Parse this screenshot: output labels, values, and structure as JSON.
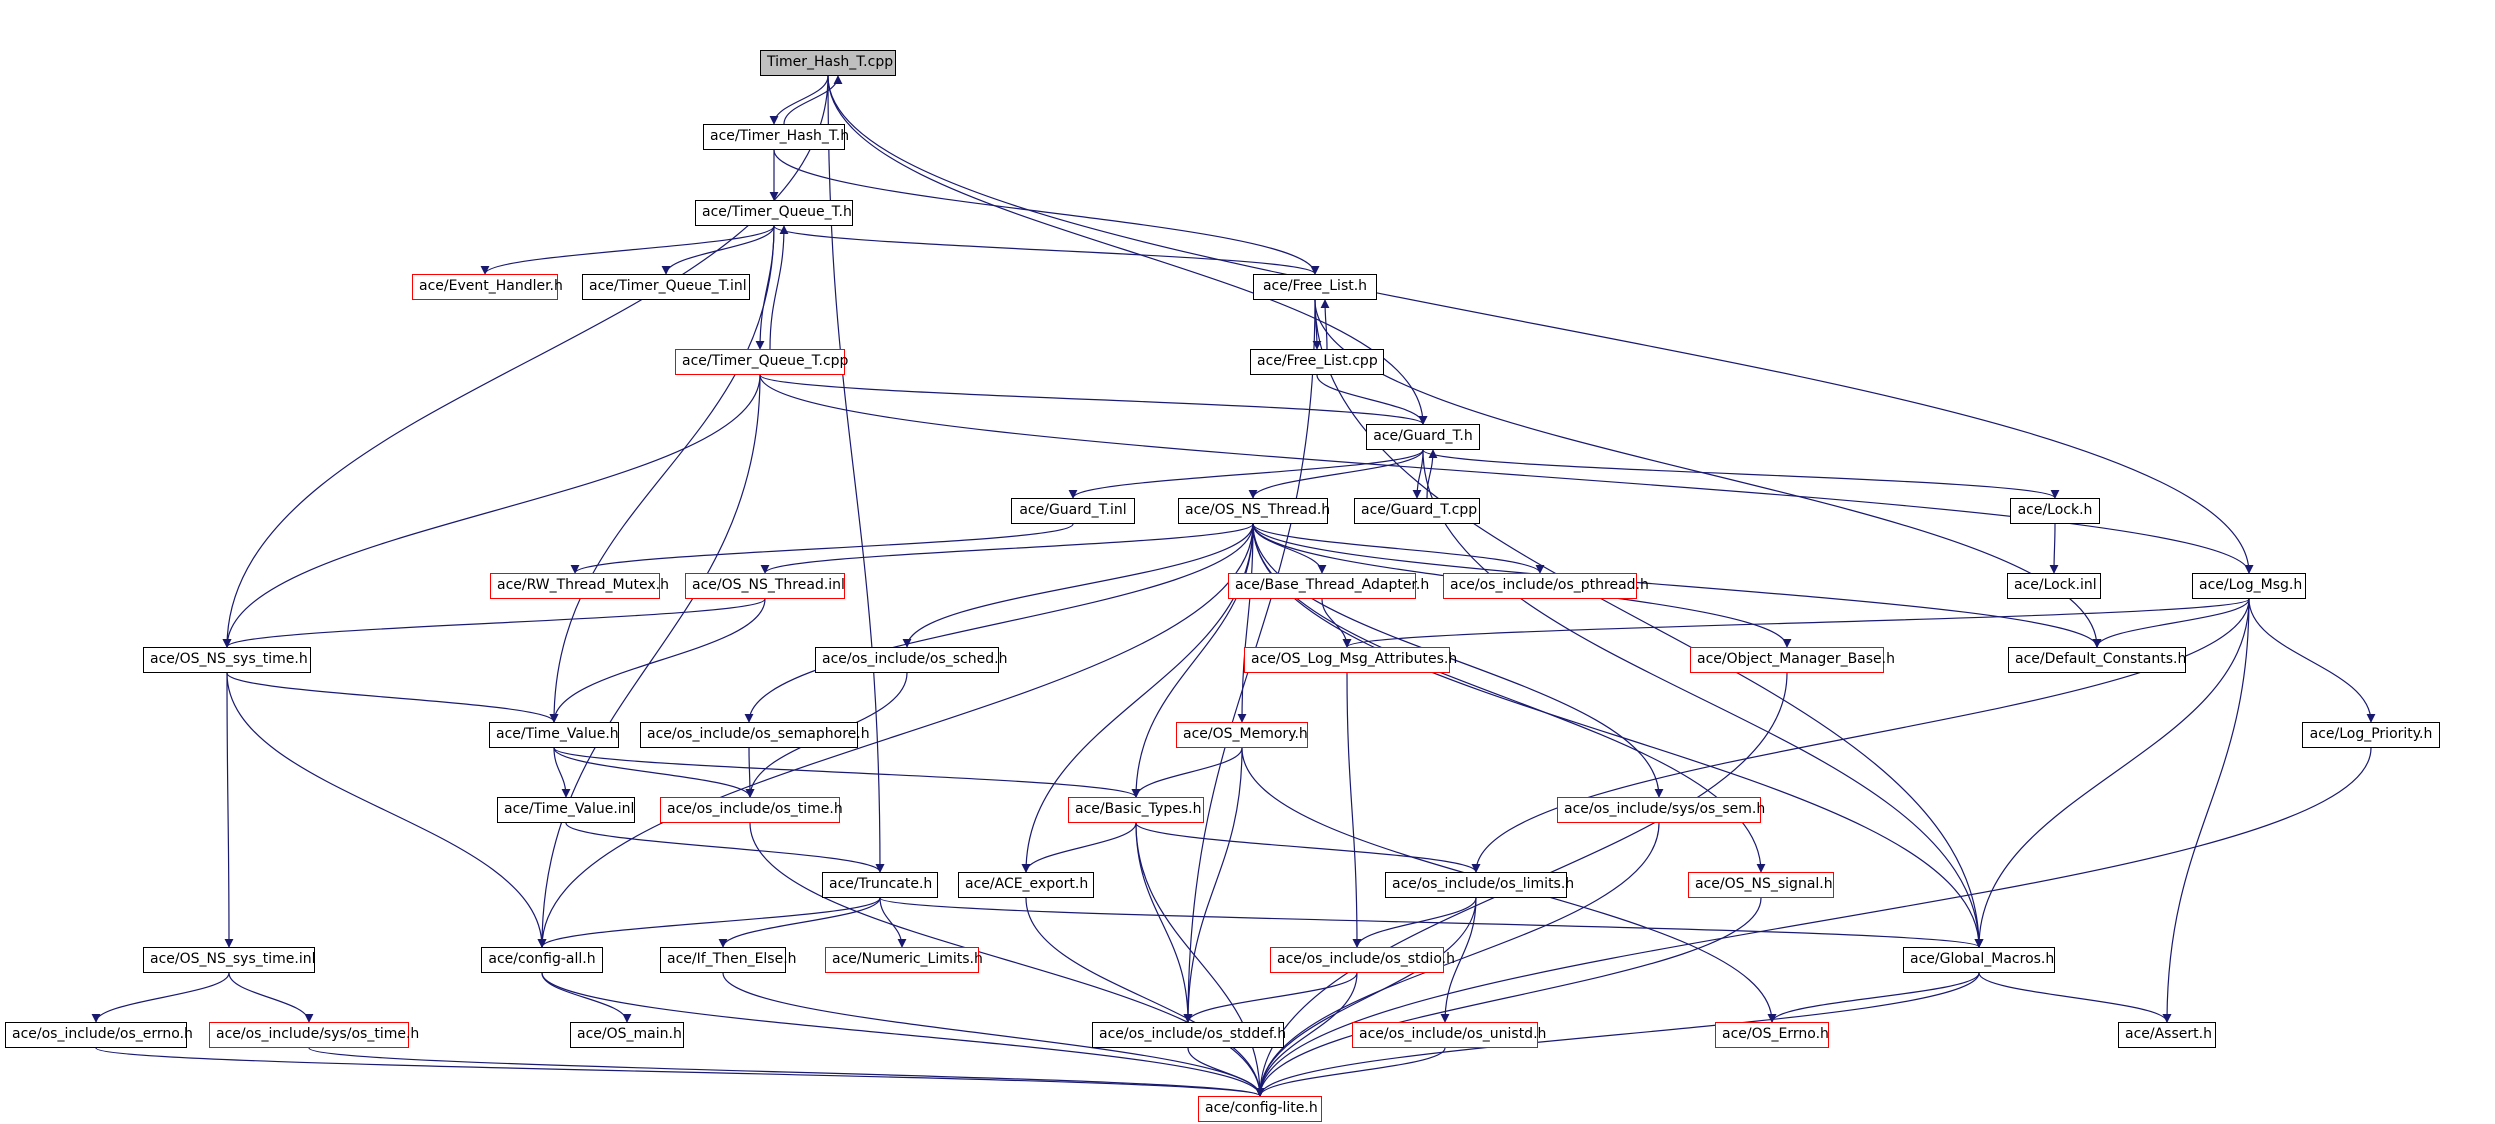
{
  "graph": {
    "colors": {
      "edge": "#191970",
      "box_border": "#000000",
      "truncated_border": "#ff0000",
      "root_fill": "#bfbfbf"
    },
    "nodes": {
      "n0": {
        "label": "Timer_Hash_T.cpp",
        "truncated": false,
        "root": true
      },
      "n1": {
        "label": "ace/Timer_Hash_T.h",
        "truncated": false
      },
      "n2": {
        "label": "ace/Timer_Queue_T.h",
        "truncated": false
      },
      "n3": {
        "label": "ace/Event_Handler.h",
        "truncated": true
      },
      "n4": {
        "label": "ace/Timer_Queue_T.inl",
        "truncated": false
      },
      "n5": {
        "label": "ace/Free_List.h",
        "truncated": false
      },
      "n6": {
        "label": "ace/Free_List.cpp",
        "truncated": false
      },
      "n7": {
        "label": "ace/Timer_Queue_T.cpp",
        "truncated": true
      },
      "n8": {
        "label": "ace/Guard_T.h",
        "truncated": false
      },
      "n9": {
        "label": "ace/Guard_T.inl",
        "truncated": false
      },
      "n10": {
        "label": "ace/OS_NS_Thread.h",
        "truncated": false
      },
      "n11": {
        "label": "ace/Guard_T.cpp",
        "truncated": false
      },
      "n12": {
        "label": "ace/Lock.h",
        "truncated": false
      },
      "n13": {
        "label": "ace/RW_Thread_Mutex.h",
        "truncated": true
      },
      "n14": {
        "label": "ace/OS_NS_Thread.inl",
        "truncated": true
      },
      "n15": {
        "label": "ace/Base_Thread_Adapter.h",
        "truncated": true
      },
      "n16": {
        "label": "ace/os_include/os_pthread.h",
        "truncated": true
      },
      "n17": {
        "label": "ace/Lock.inl",
        "truncated": false
      },
      "n18": {
        "label": "ace/Log_Msg.h",
        "truncated": false
      },
      "n19": {
        "label": "ace/OS_NS_sys_time.h",
        "truncated": false
      },
      "n20": {
        "label": "ace/os_include/os_sched.h",
        "truncated": false
      },
      "n21": {
        "label": "ace/OS_Log_Msg_Attributes.h",
        "truncated": true
      },
      "n22": {
        "label": "ace/Object_Manager_Base.h",
        "truncated": true
      },
      "n23": {
        "label": "ace/Default_Constants.h",
        "truncated": false
      },
      "n24": {
        "label": "ace/Time_Value.h",
        "truncated": false
      },
      "n25": {
        "label": "ace/os_include/os_semaphore.h",
        "truncated": false
      },
      "n26": {
        "label": "ace/OS_Memory.h",
        "truncated": true
      },
      "n27": {
        "label": "ace/Log_Priority.h",
        "truncated": false
      },
      "n28": {
        "label": "ace/Time_Value.inl",
        "truncated": false
      },
      "n29": {
        "label": "ace/os_include/os_time.h",
        "truncated": true
      },
      "n30": {
        "label": "ace/Basic_Types.h",
        "truncated": true
      },
      "n31": {
        "label": "ace/os_include/sys/os_sem.h",
        "truncated": true
      },
      "n32": {
        "label": "ace/Truncate.h",
        "truncated": false
      },
      "n33": {
        "label": "ace/ACE_export.h",
        "truncated": false
      },
      "n34": {
        "label": "ace/os_include/os_limits.h",
        "truncated": false
      },
      "n35": {
        "label": "ace/OS_NS_signal.h",
        "truncated": true
      },
      "n36": {
        "label": "ace/OS_NS_sys_time.inl",
        "truncated": false
      },
      "n37": {
        "label": "ace/config-all.h",
        "truncated": false
      },
      "n38": {
        "label": "ace/If_Then_Else.h",
        "truncated": false
      },
      "n39": {
        "label": "ace/Numeric_Limits.h",
        "truncated": true
      },
      "n40": {
        "label": "ace/os_include/os_stdio.h",
        "truncated": true
      },
      "n41": {
        "label": "ace/Global_Macros.h",
        "truncated": false
      },
      "n42": {
        "label": "ace/os_include/os_errno.h",
        "truncated": false
      },
      "n43": {
        "label": "ace/os_include/sys/os_time.h",
        "truncated": true
      },
      "n44": {
        "label": "ace/OS_main.h",
        "truncated": false
      },
      "n45": {
        "label": "ace/os_include/os_stddef.h",
        "truncated": false
      },
      "n46": {
        "label": "ace/os_include/os_unistd.h",
        "truncated": true
      },
      "n47": {
        "label": "ace/OS_Errno.h",
        "truncated": true
      },
      "n48": {
        "label": "ace/Assert.h",
        "truncated": false
      },
      "n49": {
        "label": "ace/config-lite.h",
        "truncated": true
      }
    },
    "edges": [
      [
        "n0",
        "n1"
      ],
      [
        "n1",
        "n0"
      ],
      [
        "n0",
        "n19"
      ],
      [
        "n0",
        "n18"
      ],
      [
        "n0",
        "n8"
      ],
      [
        "n0",
        "n32"
      ],
      [
        "n1",
        "n2"
      ],
      [
        "n1",
        "n5"
      ],
      [
        "n2",
        "n3"
      ],
      [
        "n2",
        "n4"
      ],
      [
        "n2",
        "n7"
      ],
      [
        "n7",
        "n2"
      ],
      [
        "n2",
        "n5"
      ],
      [
        "n2",
        "n24"
      ],
      [
        "n5",
        "n6"
      ],
      [
        "n6",
        "n5"
      ],
      [
        "n5",
        "n45"
      ],
      [
        "n5",
        "n23"
      ],
      [
        "n5",
        "n41"
      ],
      [
        "n6",
        "n8"
      ],
      [
        "n7",
        "n8"
      ],
      [
        "n7",
        "n18"
      ],
      [
        "n7",
        "n19"
      ],
      [
        "n7",
        "n37"
      ],
      [
        "n8",
        "n9"
      ],
      [
        "n8",
        "n10"
      ],
      [
        "n8",
        "n11"
      ],
      [
        "n11",
        "n8"
      ],
      [
        "n8",
        "n12"
      ],
      [
        "n8",
        "n41"
      ],
      [
        "n9",
        "n13"
      ],
      [
        "n10",
        "n14"
      ],
      [
        "n10",
        "n15"
      ],
      [
        "n10",
        "n16"
      ],
      [
        "n10",
        "n20"
      ],
      [
        "n10",
        "n25"
      ],
      [
        "n10",
        "n26"
      ],
      [
        "n10",
        "n30"
      ],
      [
        "n10",
        "n33"
      ],
      [
        "n10",
        "n31"
      ],
      [
        "n10",
        "n35"
      ],
      [
        "n10",
        "n22"
      ],
      [
        "n10",
        "n23"
      ],
      [
        "n10",
        "n41"
      ],
      [
        "n10",
        "n37"
      ],
      [
        "n12",
        "n17"
      ],
      [
        "n14",
        "n19"
      ],
      [
        "n14",
        "n24"
      ],
      [
        "n15",
        "n21"
      ],
      [
        "n18",
        "n21"
      ],
      [
        "n18",
        "n23"
      ],
      [
        "n18",
        "n27"
      ],
      [
        "n18",
        "n41"
      ],
      [
        "n18",
        "n48"
      ],
      [
        "n18",
        "n34"
      ],
      [
        "n19",
        "n24"
      ],
      [
        "n19",
        "n36"
      ],
      [
        "n19",
        "n37"
      ],
      [
        "n20",
        "n29"
      ],
      [
        "n21",
        "n40"
      ],
      [
        "n22",
        "n49"
      ],
      [
        "n24",
        "n28"
      ],
      [
        "n24",
        "n29"
      ],
      [
        "n24",
        "n30"
      ],
      [
        "n25",
        "n29"
      ],
      [
        "n26",
        "n30"
      ],
      [
        "n26",
        "n45"
      ],
      [
        "n26",
        "n47"
      ],
      [
        "n27",
        "n49"
      ],
      [
        "n28",
        "n32"
      ],
      [
        "n29",
        "n49"
      ],
      [
        "n30",
        "n33"
      ],
      [
        "n30",
        "n34"
      ],
      [
        "n30",
        "n45"
      ],
      [
        "n30",
        "n49"
      ],
      [
        "n31",
        "n49"
      ],
      [
        "n32",
        "n37"
      ],
      [
        "n32",
        "n38"
      ],
      [
        "n32",
        "n39"
      ],
      [
        "n32",
        "n41"
      ],
      [
        "n33",
        "n49"
      ],
      [
        "n34",
        "n40"
      ],
      [
        "n34",
        "n46"
      ],
      [
        "n34",
        "n49"
      ],
      [
        "n35",
        "n49"
      ],
      [
        "n36",
        "n42"
      ],
      [
        "n36",
        "n43"
      ],
      [
        "n37",
        "n44"
      ],
      [
        "n37",
        "n49"
      ],
      [
        "n38",
        "n49"
      ],
      [
        "n40",
        "n45"
      ],
      [
        "n40",
        "n49"
      ],
      [
        "n41",
        "n47"
      ],
      [
        "n41",
        "n48"
      ],
      [
        "n41",
        "n49"
      ],
      [
        "n42",
        "n49"
      ],
      [
        "n43",
        "n49"
      ],
      [
        "n45",
        "n49"
      ],
      [
        "n46",
        "n49"
      ]
    ]
  }
}
